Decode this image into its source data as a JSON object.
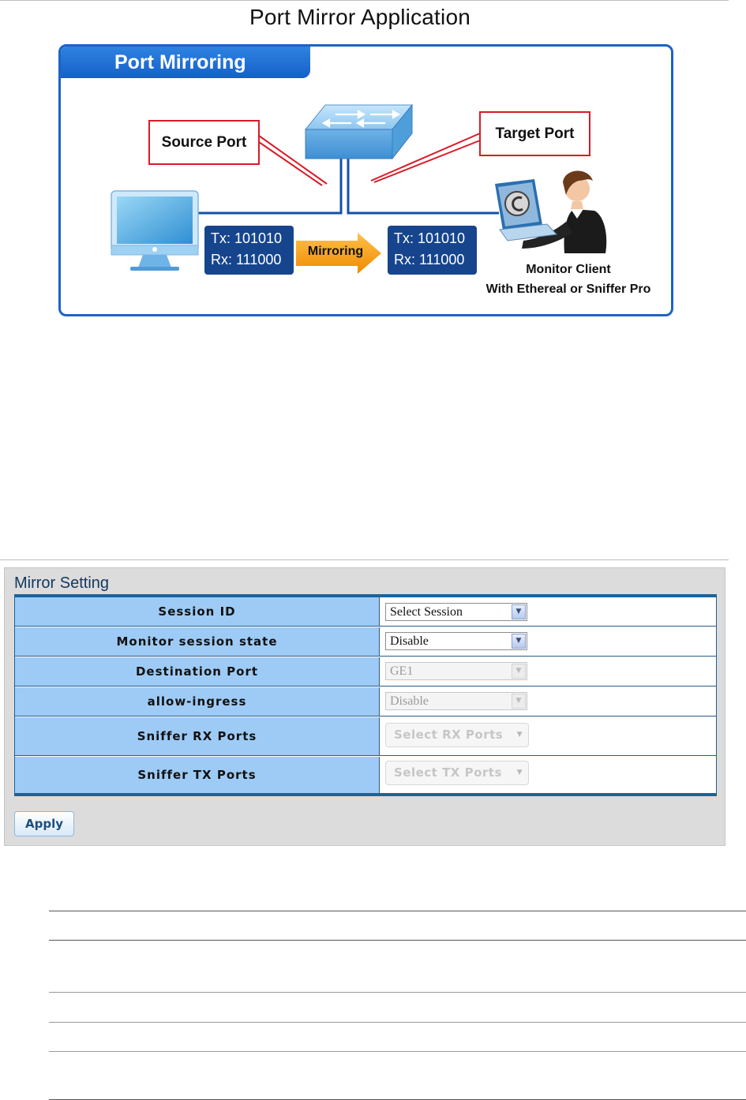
{
  "figure": {
    "title": "Port Mirror Application",
    "tab_title": "Port Mirroring",
    "source_port_label": "Source Port",
    "target_port_label": "Target Port",
    "mirroring_label": "Mirroring",
    "source_data": {
      "tx": "Tx: 101010",
      "rx": "Rx: 111000"
    },
    "target_data": {
      "tx": "Tx: 101010",
      "rx": "Rx: 111000"
    },
    "monitor_caption_line1": "Monitor Client",
    "monitor_caption_line2": "With Ethereal or Sniffer Pro",
    "colors": {
      "frame": "#1c63c5",
      "callout": "#d81b28",
      "data_box": "#16458e",
      "arrow": "#f39a12"
    }
  },
  "panel": {
    "title": "Mirror Setting",
    "rows": [
      {
        "label": "Session ID",
        "value": "Select Session",
        "enabled": true
      },
      {
        "label": "Monitor session state",
        "value": "Disable",
        "enabled": true
      },
      {
        "label": "Destination Port",
        "value": "GE1",
        "enabled": false
      },
      {
        "label": "allow-ingress",
        "value": "Disable",
        "enabled": false
      },
      {
        "label": "Sniffer RX Ports",
        "value": "Select RX Ports",
        "enabled": false
      },
      {
        "label": "Sniffer TX Ports",
        "value": "Select TX Ports",
        "enabled": false
      }
    ],
    "apply_label": "Apply",
    "colors": {
      "label_bg": "#9ecbf5",
      "table_border": "#18639d",
      "panel_bg": "#dcdcdc"
    }
  },
  "icons": [
    "switch-icon",
    "desktop-monitor-icon",
    "laptop-user-icon",
    "chevron-down-icon"
  ]
}
